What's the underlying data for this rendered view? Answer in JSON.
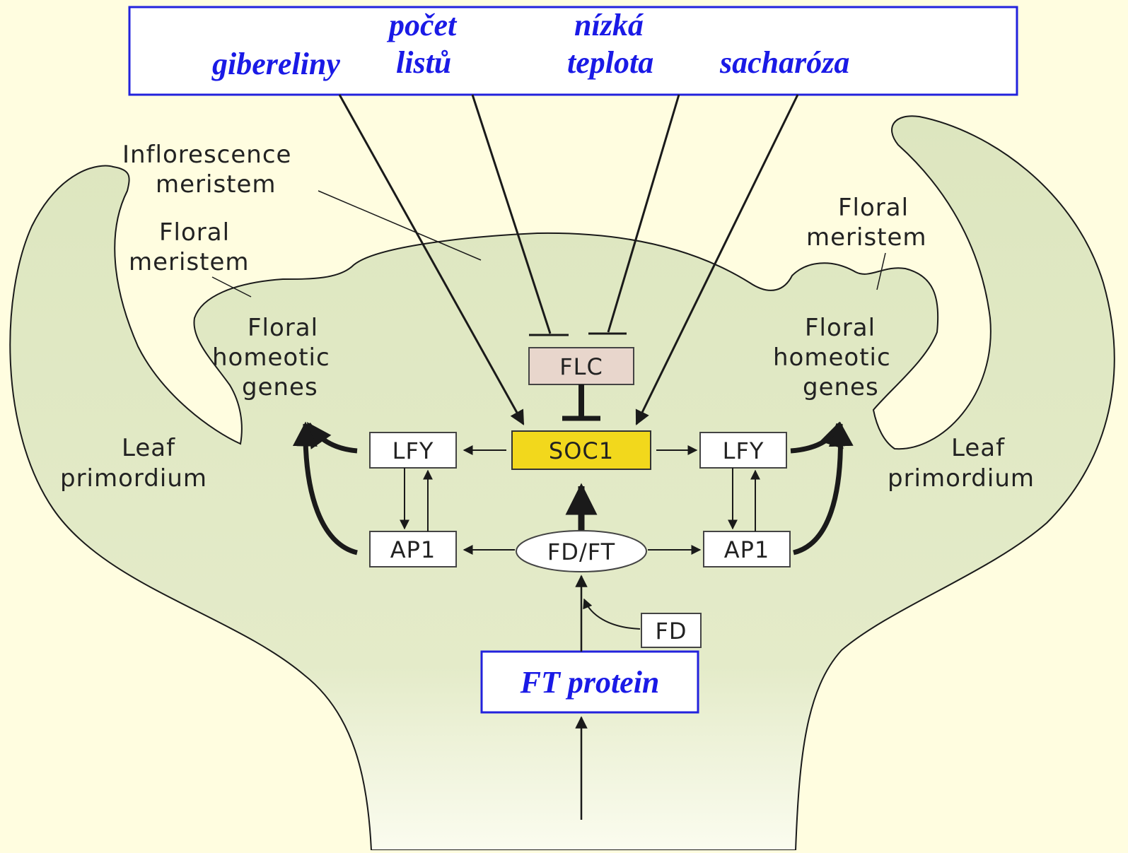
{
  "factors": {
    "gibereliny": "gibereliny",
    "pocet_listu_line1": "počet",
    "pocet_listu_line2": "listů",
    "nizka_teplota_line1": "nízká",
    "nizka_teplota_line2": "teplota",
    "sacharoza": "sacharóza"
  },
  "labels": {
    "inflorescence_meristem_line1": "Inflorescence",
    "inflorescence_meristem_line2": "meristem",
    "floral_meristem_left_line1": "Floral",
    "floral_meristem_left_line2": "meristem",
    "floral_meristem_right_line1": "Floral",
    "floral_meristem_right_line2": "meristem",
    "floral_homeotic_left_line1": "Floral",
    "floral_homeotic_left_line2": "homeotic",
    "floral_homeotic_left_line3": "genes",
    "floral_homeotic_right_line1": "Floral",
    "floral_homeotic_right_line2": "homeotic",
    "floral_homeotic_right_line3": "genes",
    "leaf_primordium_left_line1": "Leaf",
    "leaf_primordium_left_line2": "primordium",
    "leaf_primordium_right_line1": "Leaf",
    "leaf_primordium_right_line2": "primordium"
  },
  "genes": {
    "flc": "FLC",
    "soc1": "SOC1",
    "lfy_left": "LFY",
    "lfy_right": "LFY",
    "ap1_left": "AP1",
    "ap1_right": "AP1",
    "fd_ft": "FD/FT",
    "fd": "FD",
    "ft_protein": "FT protein"
  },
  "colors": {
    "background": "#fffde0",
    "tissue": "#dde6bf",
    "soc1_fill": "#f2d81c",
    "flc_fill": "#e8d6cc",
    "factor_text": "#1a1ae6",
    "factor_border": "#2222dd"
  }
}
